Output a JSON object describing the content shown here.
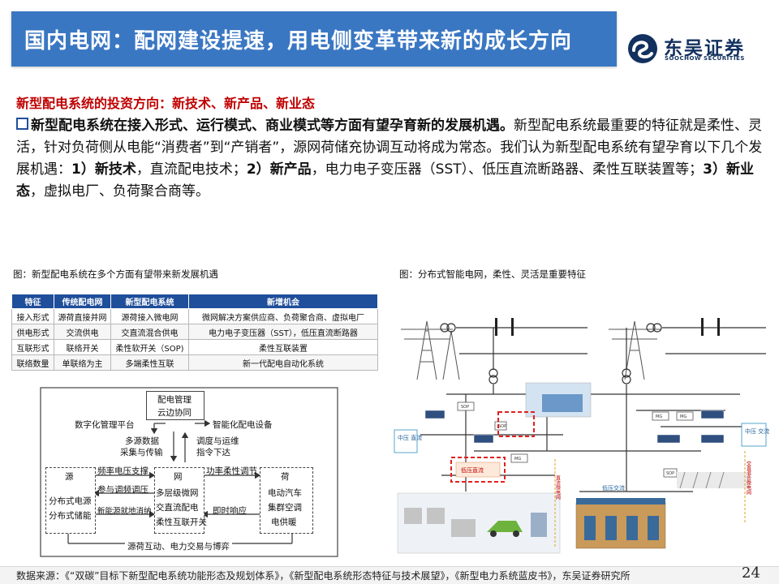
{
  "header": {
    "title": "国内电网：配网建设提速，用电侧变革带来新的成长方向"
  },
  "logo": {
    "name_cn": "东吴证券",
    "name_en": "SOOCHOW SECURITIES"
  },
  "section_title": "新型配电系统的投资方向：新技术、新产品、新业态",
  "paragraph": {
    "bold_lead": "新型配电系统在接入形式、运行模式、商业模式等方面有望孕育新的发展机遇。",
    "p1": "新型配电系统最重要的特征就是柔性、灵活，针对负荷侧从电能“消费者”到“产销者”，源网荷储充协调互动将成为常态。我们认为新型配电系统有望孕育以下几个发展机遇：",
    "n1": "1）",
    "k1": "新技术",
    "t1": "，直流配电技术；",
    "n2": "2）",
    "k2": "新产品",
    "t2": "，电力电子变压器（SST）、低压直流断路器、柔性互联装置等；",
    "n3": "3）",
    "k3": "新业态",
    "t3": "，虚拟电厂、负荷聚合商等。"
  },
  "figure_left": {
    "caption": "图：新型配电系统在多个方面有望带来新发展机遇",
    "table": {
      "headers": [
        "特征",
        "传统配电网",
        "新型配电系统",
        "新增机会"
      ],
      "rows": [
        [
          "接入形式",
          "源荷直接并网",
          "源荷接入微电网",
          "微网解决方案供应商、负荷聚合商、虚拟电厂"
        ],
        [
          "供电形式",
          "交流供电",
          "交直流混合供电",
          "电力电子变压器（SST），低压直流断路器"
        ],
        [
          "互联形式",
          "联络开关",
          "柔性软开关（SOP)",
          "柔性互联装置"
        ],
        [
          "联络数量",
          "单联络为主",
          "多端柔性互联",
          "新一代配电自动化系统"
        ]
      ]
    },
    "diagram": {
      "top_box": "配电管理",
      "top_sub": "云边协同",
      "left_label": "数字化管理平台",
      "right_label": "智能化配电设备",
      "mid_left_1": "多源数据",
      "mid_left_2": "采集与传输",
      "mid_right_1": "调度与运维",
      "mid_right_2": "指令下达",
      "source_title": "源",
      "source_1": "分布式电源",
      "source_2": "分布式储能",
      "grid_title": "网",
      "grid_1": "多层级微网",
      "grid_2": "交直流配电",
      "grid_3": "柔性互联开关",
      "load_title": "荷",
      "load_1": "电动汽车",
      "load_2": "集群空调",
      "load_3": "电供暖",
      "arrow_1": "频率电压支撑",
      "arrow_2": "参与调频调压",
      "arrow_3": "新能源就地消纳",
      "arrow_4": "功率柔性调节",
      "arrow_5": "即时响应",
      "bottom": "源荷互动、电力交易与博弈"
    }
  },
  "figure_right": {
    "caption": "图：分布式智能电网，柔性、灵活是重要特征",
    "labels": {
      "sop1": "SOP",
      "sop2": "SOP",
      "sop3": "SOP",
      "mg1": "MG",
      "mg2": "MG",
      "mg3": "MG",
      "mv_dc": "中压\n直流",
      "lv_dc": "低压直流",
      "lv_ac": "低压交流",
      "dc_net": "直流微电网",
      "hybrid": "交直混合微电网",
      "mv_ac": "中压\n交流"
    }
  },
  "footer": {
    "source": "数据来源：《“双碳”目标下新型配电系统功能形态及规划体系》，《新型配电系统形态特征与技术展望》，《新型电力系统蓝皮书》，东吴证券研究所",
    "page": "24"
  },
  "colors": {
    "header_bg": "#3a77c3",
    "section_red": "#c00000",
    "table_header": "#1f4e9a",
    "highlight_red": "#e02020"
  }
}
